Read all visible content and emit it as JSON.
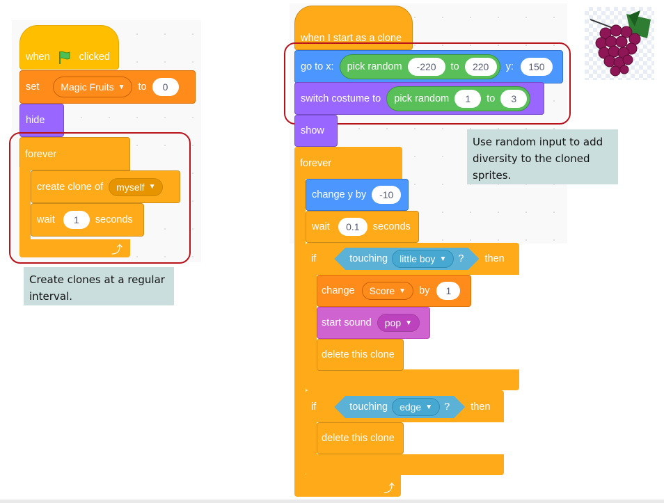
{
  "script1": {
    "when_label": "when",
    "clicked_label": "clicked",
    "set_label": "set",
    "set_variable": "Magic Fruits",
    "to_label": "to",
    "set_value": "0",
    "hide_label": "hide",
    "forever_label": "forever",
    "create_clone_label": "create clone of",
    "clone_target": "myself",
    "wait_label": "wait",
    "wait_value": "1",
    "seconds_label": "seconds"
  },
  "note1": "Create clones at a regular interval.",
  "script2": {
    "hat_label": "when I start as a clone",
    "goto_label": "go to x:",
    "pick_random_label": "pick random",
    "x_from": "-220",
    "to_label": "to",
    "x_to": "220",
    "y_label": "y:",
    "y_value": "150",
    "switch_costume_label": "switch costume to",
    "costume_from": "1",
    "costume_to": "3",
    "show_label": "show",
    "forever_label": "forever",
    "change_y_label": "change y by",
    "change_y_value": "-10",
    "wait_label": "wait",
    "wait_value": "0.1",
    "seconds_label": "seconds",
    "if_label": "if",
    "touching_label": "touching",
    "touch_target1": "little boy",
    "question": "?",
    "then_label": "then",
    "change_label": "change",
    "score_variable": "Score",
    "by_label": "by",
    "score_value": "1",
    "start_sound_label": "start sound",
    "sound_name": "pop",
    "delete_clone_label": "delete this clone",
    "touch_target2": "edge"
  },
  "note2": "Use random input to add diversity to the cloned sprites.",
  "colors": {
    "events": "#ffbf00",
    "variables": "#ff8c1a",
    "looks": "#9966ff",
    "control": "#ffab19",
    "motion": "#4c97ff",
    "operators": "#59c059",
    "sensing": "#5cb1d6",
    "sound": "#cf63cf",
    "highlight_border": "#b8121b",
    "note_bg": "#c9dedd"
  },
  "icons": {
    "flag": "green-flag-icon",
    "loop": "loop-arrow-icon",
    "sprite": "grape-sprite"
  }
}
